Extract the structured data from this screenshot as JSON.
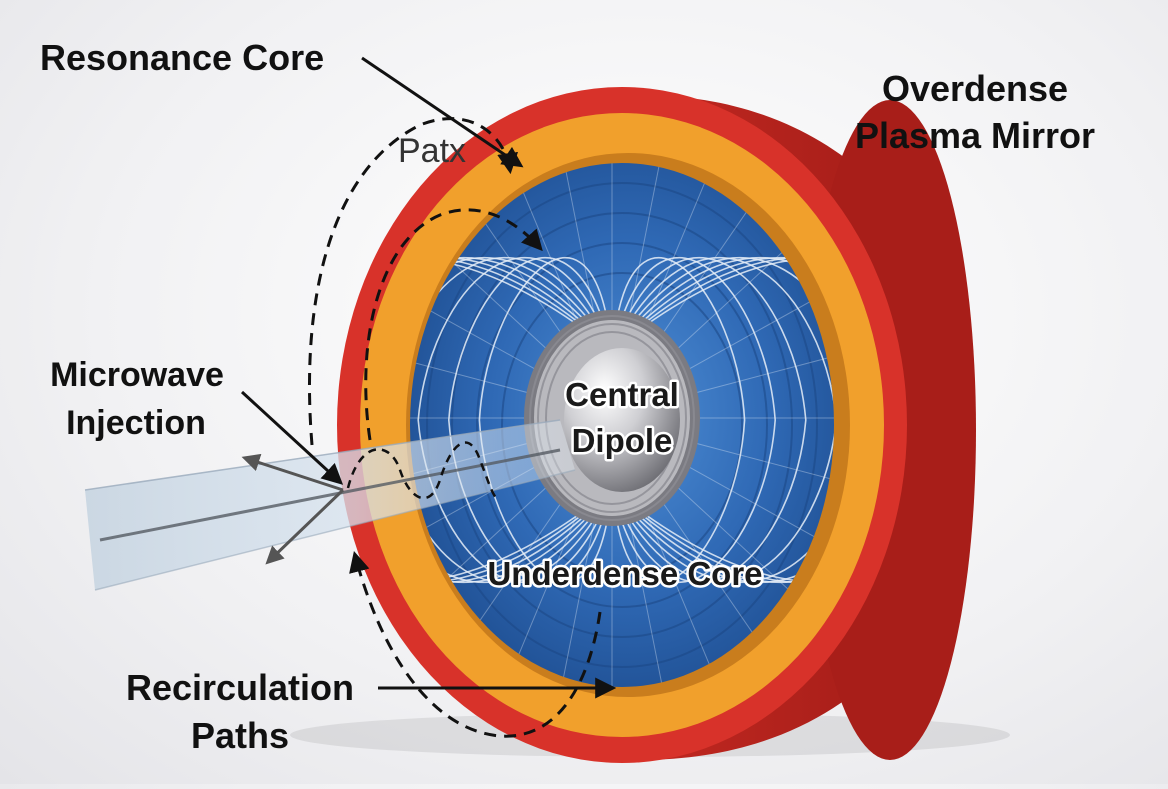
{
  "labels": {
    "resonance_core": "Resonance Core",
    "path_fragment": "Patx",
    "overdense_line1": "Overdense",
    "overdense_line2": "Plasma Mirror",
    "microwave_line1": "Microwave",
    "microwave_line2": "Injection",
    "central_line1": "Central",
    "central_line2": "Dipole",
    "underdense_core": "Underdense Core",
    "recirculation_line1": "Recirculation",
    "recirculation_line2": "Paths"
  },
  "colors": {
    "outer_ring": "#d8322a",
    "outer_ring_side": "#b8221d",
    "orange_band": "#f1a02c",
    "inner_blue": "#2f69b5",
    "field_lines": "#e6eef8",
    "dipole": "#c8c8cc",
    "beam": "#b9c9d8"
  }
}
